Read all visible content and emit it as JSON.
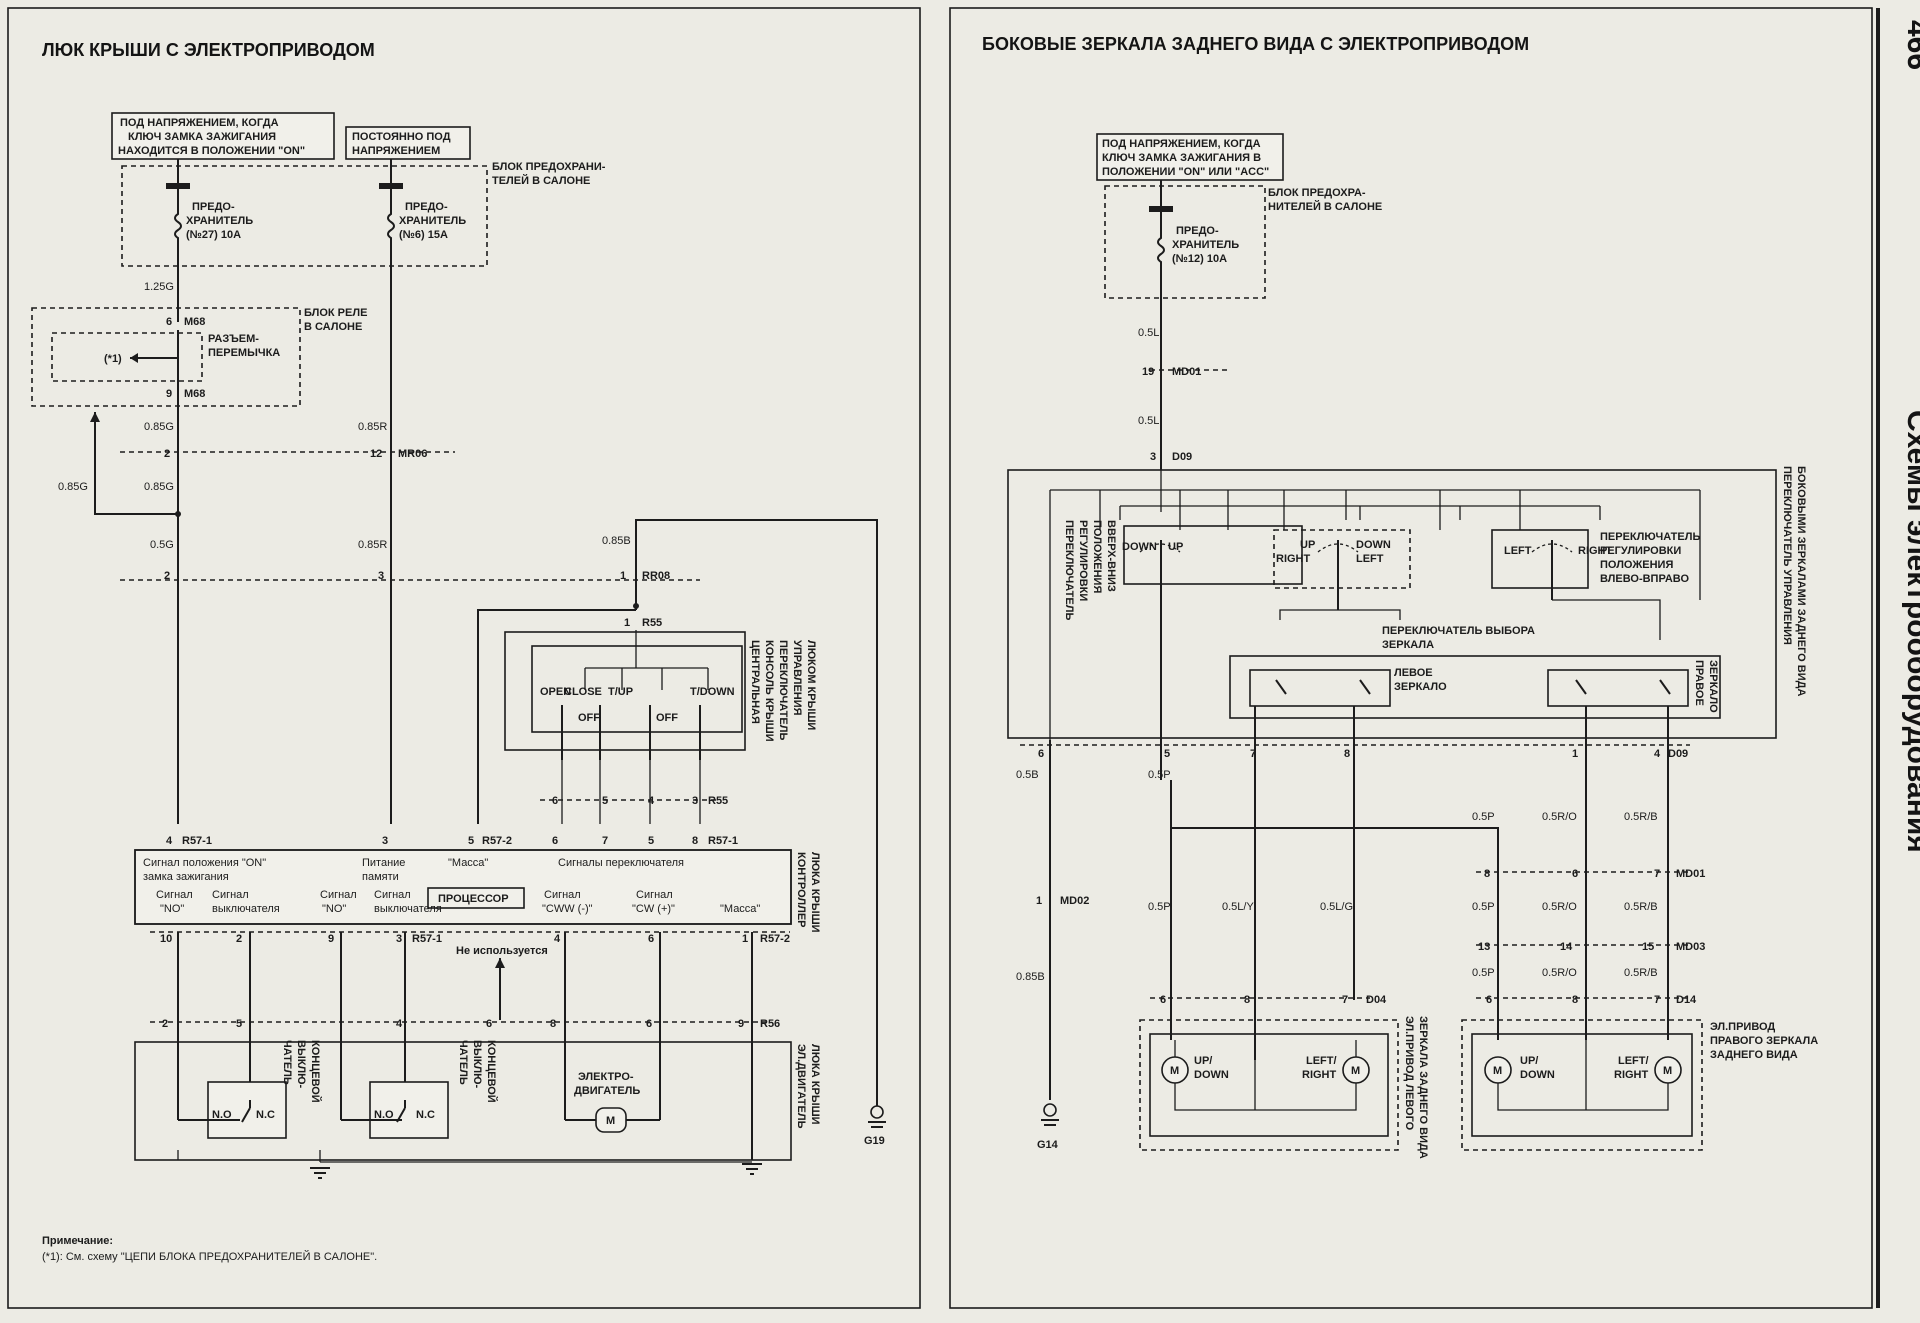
{
  "page_number": "466",
  "section_title": "Схемы электрооборудования",
  "left": {
    "title": "ЛЮК КРЫШИ С ЭЛЕКТРОПРИВОДОМ",
    "power_on_label": [
      "ПОД НАПРЯЖЕНИЕМ, КОГДА",
      "КЛЮЧ ЗАМКА ЗАЖИГАНИЯ",
      "НАХОДИТСЯ В ПОЛОЖЕНИИ \"ON\""
    ],
    "power_const_label": [
      "ПОСТОЯННО ПОД",
      "НАПРЯЖЕНИЕМ"
    ],
    "fuse_block_label": [
      "БЛОК ПРЕДОХРАНИ-",
      "ТЕЛЕЙ В САЛОНЕ"
    ],
    "fuse27": [
      "ПРЕДО-",
      "ХРАНИТЕЛЬ",
      "(№27) 10A"
    ],
    "fuse6": [
      "ПРЕДО-",
      "ХРАНИТЕЛЬ",
      "(№6) 15A"
    ],
    "relay_block_label": [
      "БЛОК РЕЛЕ",
      "В САЛОНЕ"
    ],
    "jumper_label": [
      "РАЗЪЕМ-",
      "ПЕРЕМЫЧКА"
    ],
    "jumper_ref": "(*1)",
    "wires": {
      "w125g": "1.25G",
      "w085g_a": "0.85G",
      "w085g_b": "0.85G",
      "w085g_c": "0.85G",
      "w05g": "0.5G",
      "w085r_a": "0.85R",
      "w085r_b": "0.85R",
      "w085b": "0.85B"
    },
    "pins": {
      "m68_top": "6",
      "m68_top_name": "M68",
      "m68_bot": "9",
      "m68_bot_name": "M68",
      "mr06_a": "2",
      "mr06_b": "12",
      "mr06_name": "MR06",
      "rr08_a": "2",
      "rr08_b": "3",
      "rr08_c": "1",
      "rr08_name": "RR08",
      "r55_top": "1",
      "r55_top_name": "R55",
      "r55_row": [
        "6",
        "5",
        "4",
        "3"
      ],
      "r55_row_name": "R55",
      "r571_top": [
        "4",
        "3",
        "5",
        "6",
        "7",
        "5",
        "8"
      ],
      "r571_a": "R57-1",
      "r572": "R57-2",
      "r571_b": "R57-1",
      "r57_bot": [
        "10",
        "2",
        "9",
        "3",
        "4",
        "6",
        "1"
      ],
      "r57_bot_a": "R57-1",
      "r57_bot_b": "R57-2",
      "r56_row": [
        "2",
        "5",
        "4",
        "6",
        "8",
        "6",
        "9"
      ],
      "r56_name": "R56"
    },
    "console_label": [
      "ЦЕНТРАЛЬНАЯ",
      "КОНСОЛЬ КРЫШИ",
      "ПЕРЕКЛЮЧАТЕЛЬ",
      "УПРАВЛЕНИЯ",
      "ЛЮКОМ КРЫШИ"
    ],
    "switch_positions": [
      "OPEN",
      "CLOSE",
      "T/UP",
      "T/DOWN",
      "OFF",
      "OFF"
    ],
    "controller": {
      "inputs": [
        "Сигнал положения \"ON\"",
        "замка зажигания",
        "Питание",
        "памяти",
        "\"Масса\"",
        "Сигналы переключателя"
      ],
      "processor": "ПРОЦЕССОР",
      "outputs": [
        "Сигнал",
        "\"NO\"",
        "Сигнал",
        "выключателя",
        "Сигнал",
        "\"NO\"",
        "Сигнал",
        "выключателя",
        "Сигнал",
        "\"CWW (-)\"",
        "Сигнал",
        "\"CW (+)\"",
        "\"Масса\""
      ],
      "label": [
        "КОНТРОЛЛЕР",
        "ЛЮКА КРЫШИ"
      ]
    },
    "not_used": "Не используется",
    "limit_switch": [
      "КОНЦЕВОЙ",
      "ВЫКЛЮ-",
      "ЧАТЕЛЬ"
    ],
    "limit_switch2": [
      "КОНЦЕВОЙ",
      "ВЫКЛЮ-",
      "ЧАТЕЛЬ"
    ],
    "no_nc": [
      "N.O",
      "N.C",
      "N.O",
      "N.C"
    ],
    "motor_label": [
      "ЭЛЕКТРО-",
      "ДВИГАТЕЛЬ"
    ],
    "motor_m": "M",
    "actuator_label": [
      "ЭЛ.ДВИГАТЕЛЬ",
      "ЛЮКА КРЫШИ"
    ],
    "ground": "G19",
    "note_title": "Примечание:",
    "note_text": "(*1): См. схему \"ЦЕПИ БЛОКА ПРЕДОХРАНИТЕЛЕЙ В САЛОНЕ\"."
  },
  "right": {
    "title": "БОКОВЫЕ ЗЕРКАЛА ЗАДНЕГО ВИДА С ЭЛЕКТРОПРИВОДОМ",
    "power_label": [
      "ПОД НАПРЯЖЕНИЕМ, КОГДА",
      "КЛЮЧ ЗАМКА ЗАЖИГАНИЯ В",
      "ПОЛОЖЕНИИ \"ON\" ИЛИ \"ACC\""
    ],
    "fuse_block_label": [
      "БЛОК ПРЕДОХРА-",
      "НИТЕЛЕЙ В САЛОНЕ"
    ],
    "fuse12": [
      "ПРЕДО-",
      "ХРАНИТЕЛЬ",
      "(№12) 10A"
    ],
    "wires": {
      "w05l_a": "0.5L",
      "w05l_b": "0.5L",
      "w05b": "0.5B",
      "w05p_top": "0.5P",
      "w085b": "0.85B",
      "w05p_l": "0.5P",
      "w05ly": "0.5L/Y",
      "w05lg": "0.5L/G",
      "w05p_r1": "0.5P",
      "w05ro_1": "0.5R/O",
      "w05rb_1": "0.5R/B",
      "w05p_r2": "0.5P",
      "w05ro_2": "0.5R/O",
      "w05rb_2": "0.5R/B",
      "w05p_r3": "0.5P",
      "w05ro_3": "0.5R/O",
      "w05rb_3": "0.5R/B"
    },
    "pins": {
      "md01_top": "19",
      "md01_top_name": "MD01",
      "d09_top": "3",
      "d09_top_name": "D09",
      "d09_row": [
        "6",
        "5",
        "7",
        "8",
        "1",
        "4"
      ],
      "d09_row_name": "D09",
      "md02": "1",
      "md02_name": "MD02",
      "md01_row": [
        "8",
        "6",
        "7"
      ],
      "md01_row_name": "MD01",
      "md03_row": [
        "13",
        "14",
        "15"
      ],
      "md03_row_name": "MD03",
      "d04_row": [
        "6",
        "8",
        "7"
      ],
      "d04_name": "D04",
      "d14_row": [
        "6",
        "8",
        "7"
      ],
      "d14_name": "D14"
    },
    "switch_ud_label": [
      "ПЕРЕКЛЮЧАТЕЛЬ",
      "РЕГУЛИРОВКИ",
      "ПОЛОЖЕНИЯ",
      "ВВЕРХ-ВНИЗ"
    ],
    "switch_main_label": [
      "ПЕРЕКЛЮЧАТЕЛЬ УПРАВЛЕНИЯ",
      "БОКОВЫМИ ЗЕРКАЛАМИ ЗАДНЕГО ВИДА"
    ],
    "switch_lr_label": [
      "ПЕРЕКЛЮЧАТЕЛЬ",
      "РЕГУЛИРОВКИ",
      "ПОЛОЖЕНИЯ",
      "ВЛЕВО-ВПРАВО"
    ],
    "switch_select_label": [
      "ПЕРЕКЛЮЧАТЕЛЬ ВЫБОРА",
      "ЗЕРКАЛА"
    ],
    "sw_texts": [
      "DOWN",
      "UP",
      "UP",
      "RIGHT",
      "DOWN",
      "LEFT",
      "LEFT",
      "RIGHT"
    ],
    "left_mirror": [
      "ЛЕВОЕ",
      "ЗЕРКАЛО"
    ],
    "right_mirror": [
      "ПРАВОЕ",
      "ЗЕРКАЛО"
    ],
    "motor_m": "M",
    "left_act_texts": [
      "UP/",
      "DOWN",
      "LEFT/",
      "RIGHT"
    ],
    "right_act_texts": [
      "UP/",
      "DOWN",
      "LEFT/",
      "RIGHT"
    ],
    "left_act_label": [
      "ЭЛ.ПРИВОД ЛЕВОГО",
      "ЗЕРКАЛА ЗАДНЕГО ВИДА"
    ],
    "right_act_label": [
      "ЭЛ.ПРИВОД",
      "ПРАВОГО ЗЕРКАЛА",
      "ЗАДНЕГО ВИДА"
    ],
    "ground": "G14"
  }
}
